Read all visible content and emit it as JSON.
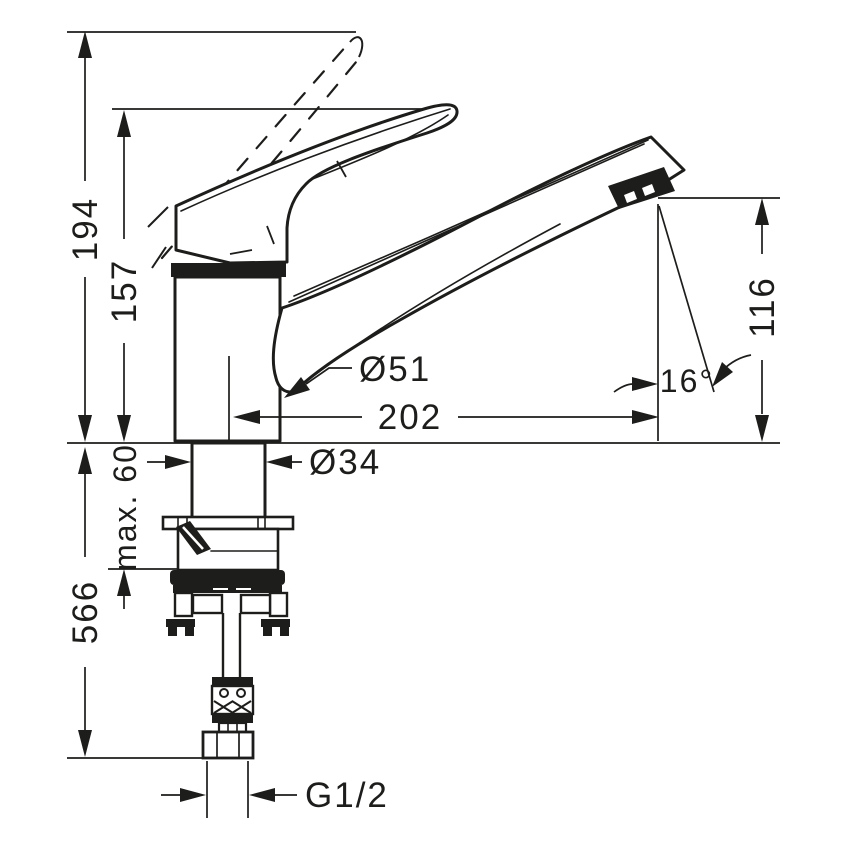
{
  "figure": {
    "line_color": "#1d1d1b",
    "background_color": "#ffffff"
  },
  "dimensions": {
    "height_total": "194",
    "height_handle": "157",
    "height_spout_outlet": "116",
    "spout_reach": "202",
    "body_diameter": "Ø51",
    "shank_diameter": "Ø34",
    "max_counter_thickness": "max. 60",
    "hose_length": "566",
    "stream_angle": "16°",
    "connection_thread": "G1/2"
  }
}
